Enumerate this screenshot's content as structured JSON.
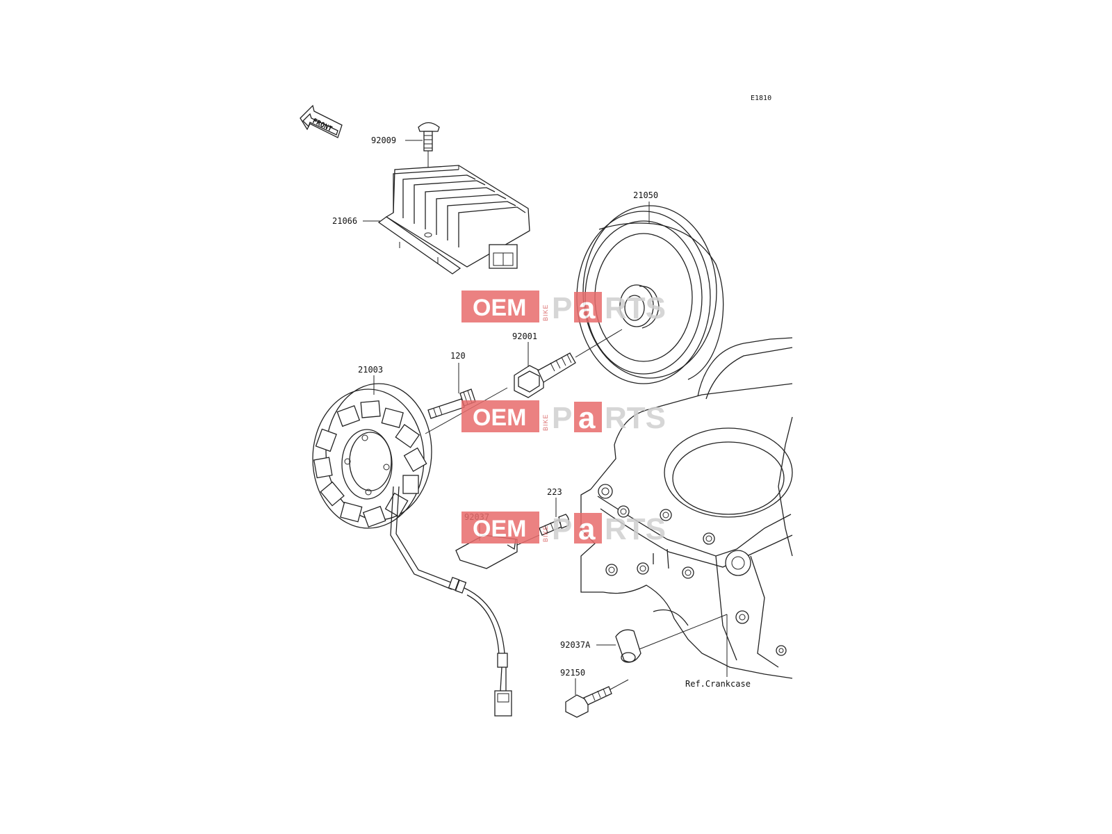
{
  "diagram": {
    "code": "E1810",
    "front_label": "FRONT",
    "parts": [
      {
        "id": "p92009",
        "label": "92009"
      },
      {
        "id": "p21066",
        "label": "21066"
      },
      {
        "id": "p21050",
        "label": "21050"
      },
      {
        "id": "p92001",
        "label": "92001"
      },
      {
        "id": "p120",
        "label": "120"
      },
      {
        "id": "p21003",
        "label": "21003"
      },
      {
        "id": "p223",
        "label": "223"
      },
      {
        "id": "p92037",
        "label": "92037"
      },
      {
        "id": "p92037A",
        "label": "92037A"
      },
      {
        "id": "p92150",
        "label": "92150"
      }
    ],
    "reference": "Ref.Crankcase"
  },
  "watermark": {
    "oem": "OEM",
    "bike": "BIKE",
    "p": "P",
    "a": "a",
    "rts": "RTS",
    "color_red": "#e86c6c",
    "color_grey": "#cfcfcf"
  }
}
